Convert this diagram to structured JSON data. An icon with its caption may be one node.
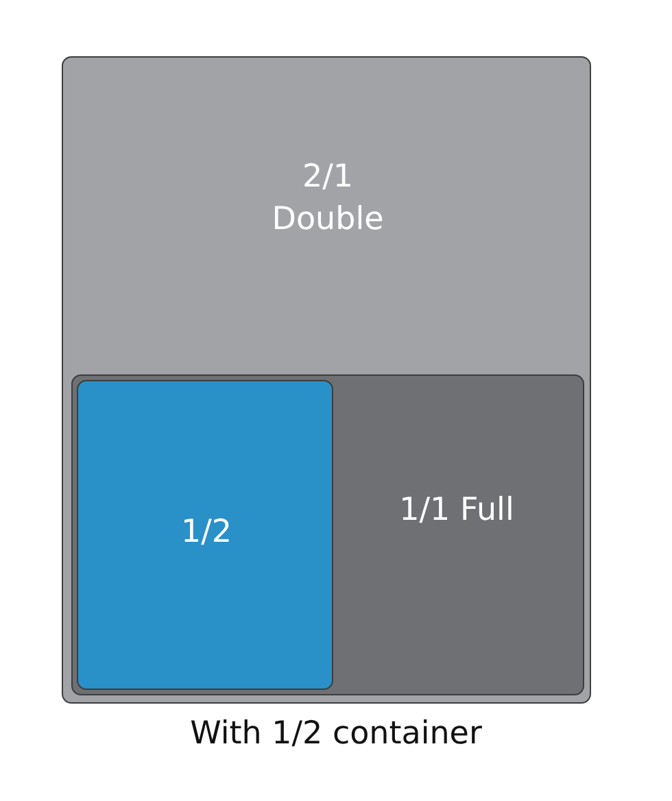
{
  "diagram": {
    "caption": "With 1/2 container",
    "nodes": [
      {
        "text": [
          "2/1 Double"
        ]
      },
      {
        "text": [
          "1/1 Full"
        ],
        "in": 0
      },
      {
        "text": [
          "1/2"
        ],
        "in": 1
      }
    ]
  }
}
